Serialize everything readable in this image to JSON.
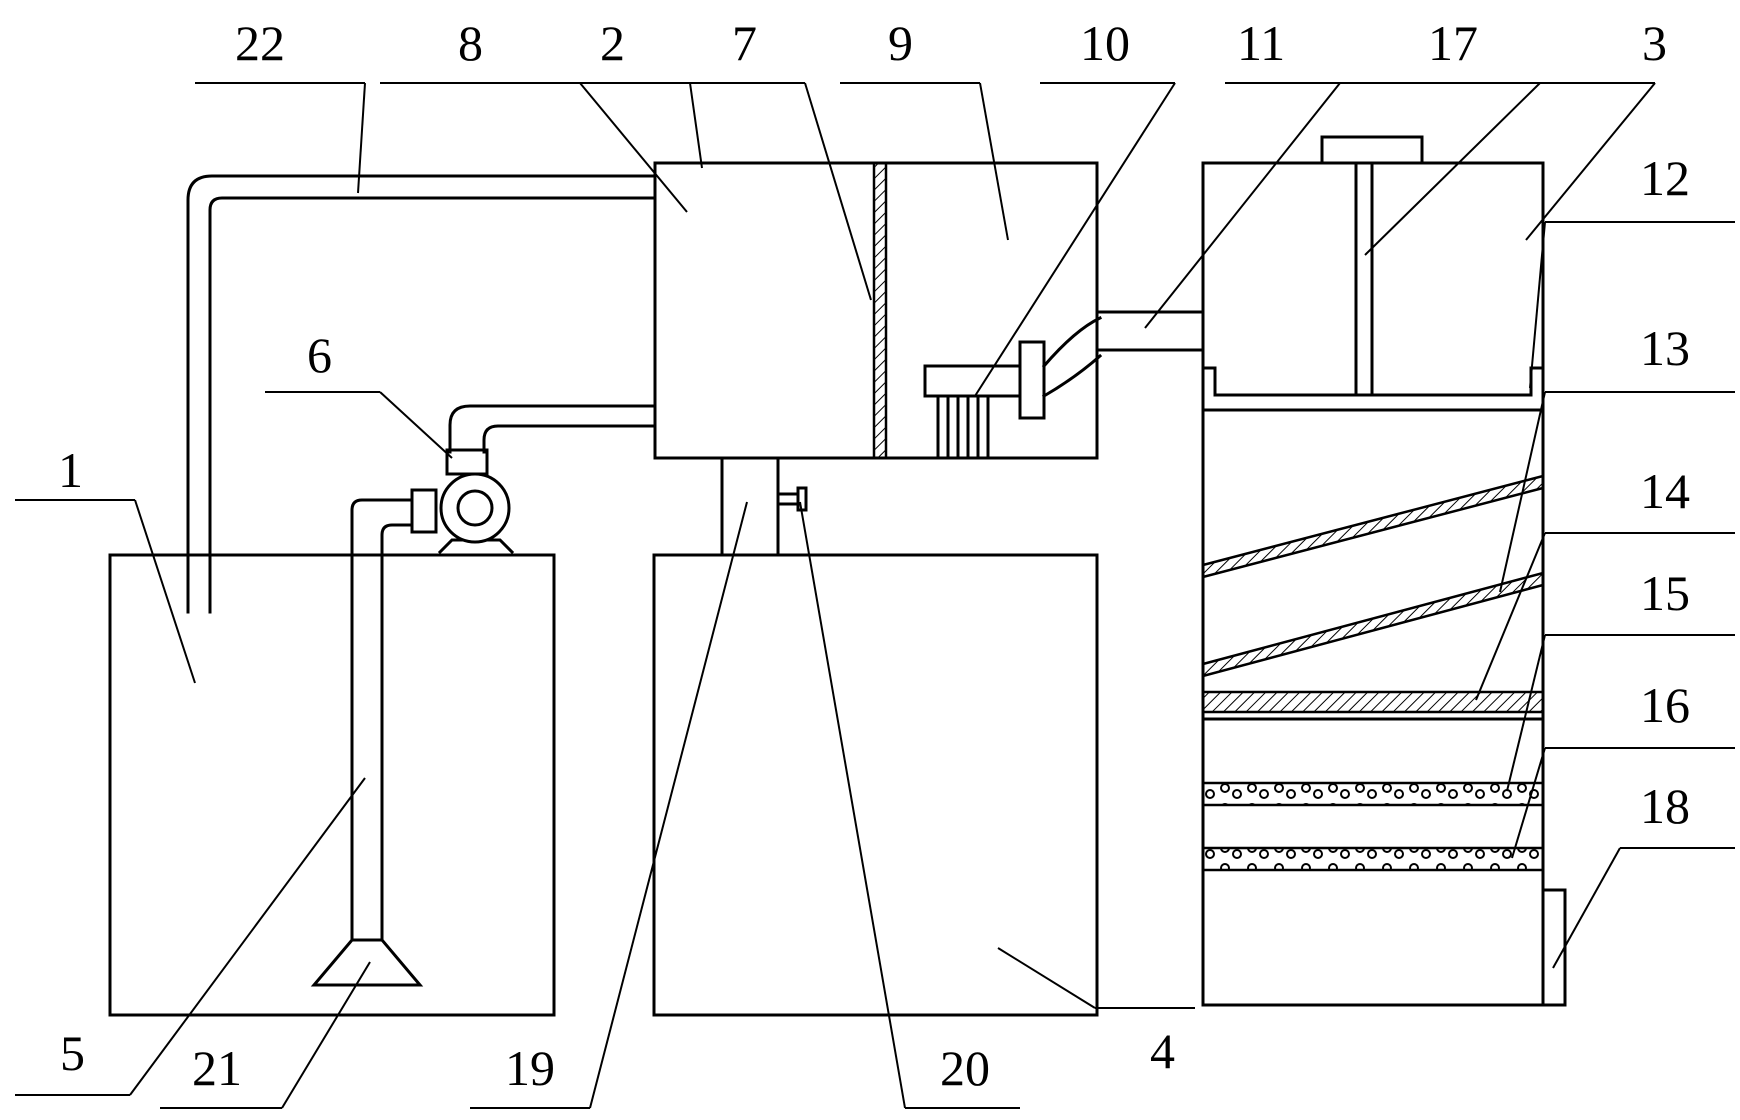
{
  "labels": {
    "n1": "1",
    "n2": "2",
    "n3": "3",
    "n4": "4",
    "n5": "5",
    "n6": "6",
    "n7": "7",
    "n8": "8",
    "n9": "9",
    "n10": "10",
    "n11": "11",
    "n12": "12",
    "n13": "13",
    "n14": "14",
    "n15": "15",
    "n16": "16",
    "n17": "17",
    "n18": "18",
    "n19": "19",
    "n20": "20",
    "n21": "21",
    "n22": "22"
  },
  "colors": {
    "line": "#000000",
    "background": "#ffffff"
  }
}
